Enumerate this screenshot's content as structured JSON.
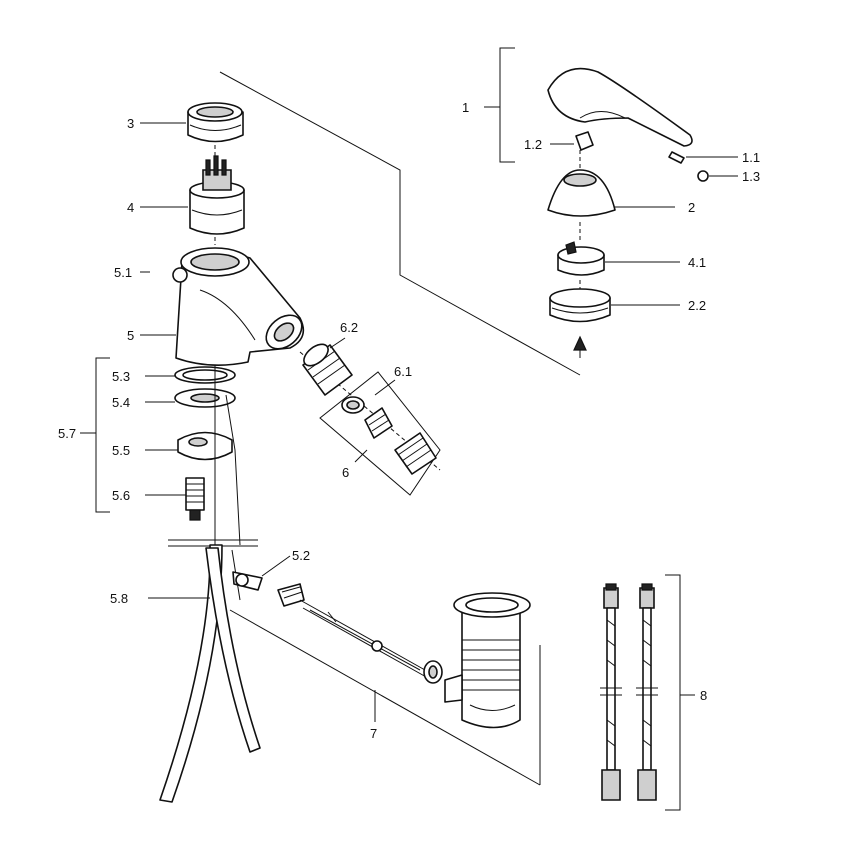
{
  "labels": {
    "l3": "3",
    "l4": "4",
    "l5_1": "5.1",
    "l5": "5",
    "l5_3": "5.3",
    "l5_4": "5.4",
    "l5_7": "5.7",
    "l5_5": "5.5",
    "l5_6": "5.6",
    "l5_2": "5.2",
    "l5_8": "5.8",
    "l6_2": "6.2",
    "l6_1": "6.1",
    "l6": "6",
    "l7": "7",
    "l8": "8",
    "l1": "1",
    "l1_2": "1.2",
    "l1_1": "1.1",
    "l1_3": "1.3",
    "l2": "2",
    "l4_1": "4.1",
    "l2_2": "2.2"
  }
}
